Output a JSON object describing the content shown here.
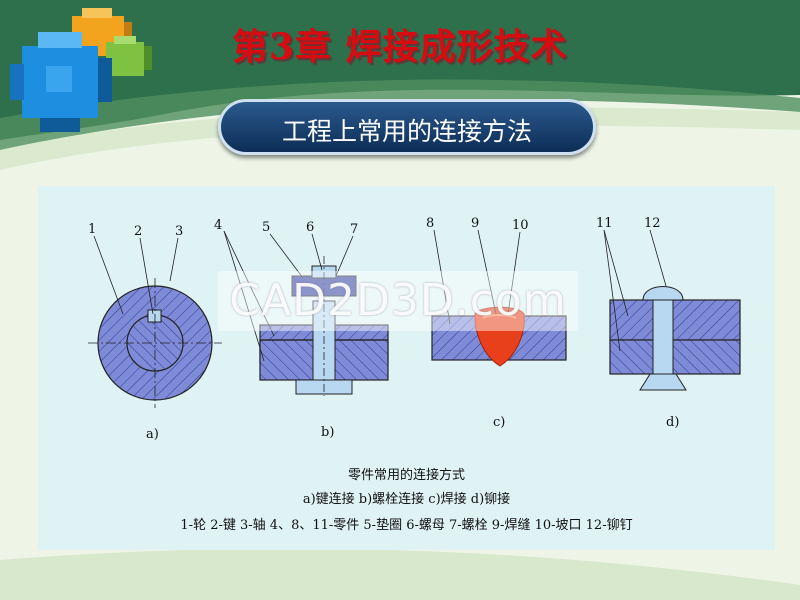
{
  "slide": {
    "chapter_title": "第3章  焊接成形技术",
    "subtitle": "工程上常用的连接方法"
  },
  "figure": {
    "part_numbers": [
      "1",
      "2",
      "3",
      "4",
      "5",
      "6",
      "7",
      "8",
      "9",
      "10",
      "11",
      "12"
    ],
    "panel_labels": [
      "a)",
      "b)",
      "c)",
      "d)"
    ],
    "caption_title": "零件常用的连接方式",
    "caption_types": "a)键连接   b)螺栓连接   c)焊接   d)铆接",
    "caption_parts": "1-轮  2-键  3-轴  4、8、11-零件  5-垫圈  6-螺母  7-螺栓  9-焊缝  10-坡口  12-铆钉"
  },
  "watermark": "CAD2D3D.com",
  "colors": {
    "title_red": "#d60c10",
    "pill_blue": "#1a4475",
    "part_fill": "#7f8bd6",
    "weld_red": "#e8401a",
    "panel_bg": "#dff2f4"
  }
}
